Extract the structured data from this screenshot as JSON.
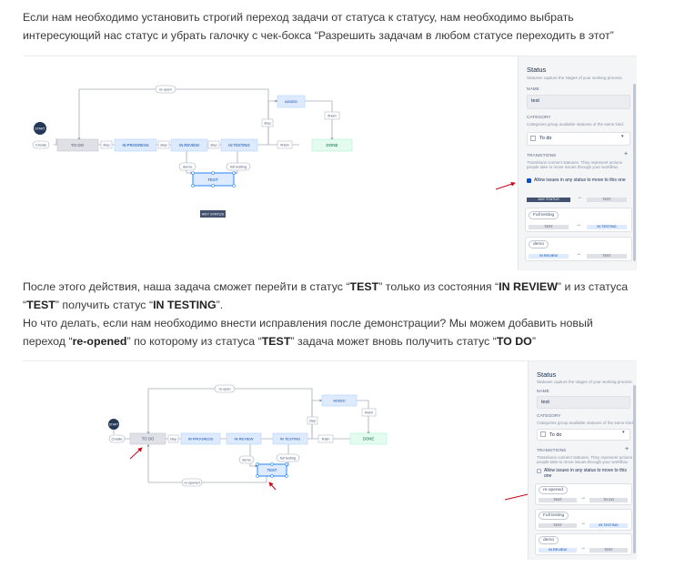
{
  "paragraph1": {
    "line1": "Если нам необходимо установить строгий переход задачи от статуса к статусу, нам необходимо выбрать",
    "line2": "интересующий нас статус и убрать галочку с чек-бокса “Разрешить задачам в любом статусе переходить в этот”"
  },
  "paragraph2": {
    "l1_a": "После этого действия, наша задача сможет перейти в статус “",
    "l1_test": "TEST",
    "l1_b": "” только из состояния “",
    "l1_review": "IN REVIEW",
    "l1_c": "” и из статуса",
    "l2_a": "“",
    "l2_test": "TEST",
    "l2_b": "” получить статус “",
    "l2_testing": "IN TESTING",
    "l2_c": "”.",
    "l3": "Но что делать, если нам необходимо внести исправления после демонстрации? Мы можем добавить новый",
    "l4_a": "переход “",
    "l4_reopened": "re-opened",
    "l4_b": "” по которому из статуса “",
    "l4_test": "TEST",
    "l4_c": "” задача может вновь получить статус “",
    "l4_todo": "TO DO",
    "l4_d": "”"
  },
  "diagram": {
    "start": "START",
    "statuses": {
      "todo": "TO DO",
      "inprogress": "IN PROGRESS",
      "inreview": "IN REVIEW",
      "intesting": "IN TESTING",
      "done": "DONE",
      "test": "TEST",
      "added": "ADDED",
      "any": "ANY STATUS"
    },
    "transitions": {
      "create": "Create",
      "reopen": "re-open",
      "step": "step",
      "demo": "demo",
      "fulltesting": "full testing",
      "finish": "finish",
      "finish2": "finish",
      "reopened": "re-opened"
    }
  },
  "panel": {
    "title": "Status",
    "subtitle": "Statuses capture the stages of your working process.",
    "name_label": "NAME",
    "name_value": "test",
    "category_label": "CATEGORY",
    "category_desc": "Categories group available statuses of the same kind.",
    "category_value": "To do",
    "transitions_label": "TRANSITIONS",
    "transitions_desc": "Transitions connect statuses. They represent actions people take to move issues through your workflow.",
    "allow_text": "Allow issues in any status to move to this one",
    "plus": "+",
    "arrow": "→",
    "any_status": "ANY STATUS",
    "test": "TEST",
    "in_testing": "IN TESTING",
    "in_review": "IN REVIEW",
    "todo": "TO DO",
    "full_testing": "Full testing",
    "demo": "demo",
    "reopened": "re-opened"
  },
  "colors": {
    "annotation_red": "#d0021b",
    "status_grey": "#dfe1e6",
    "status_blue": "#deebff",
    "status_green": "#e3fcef",
    "start_dark": "#253858"
  }
}
